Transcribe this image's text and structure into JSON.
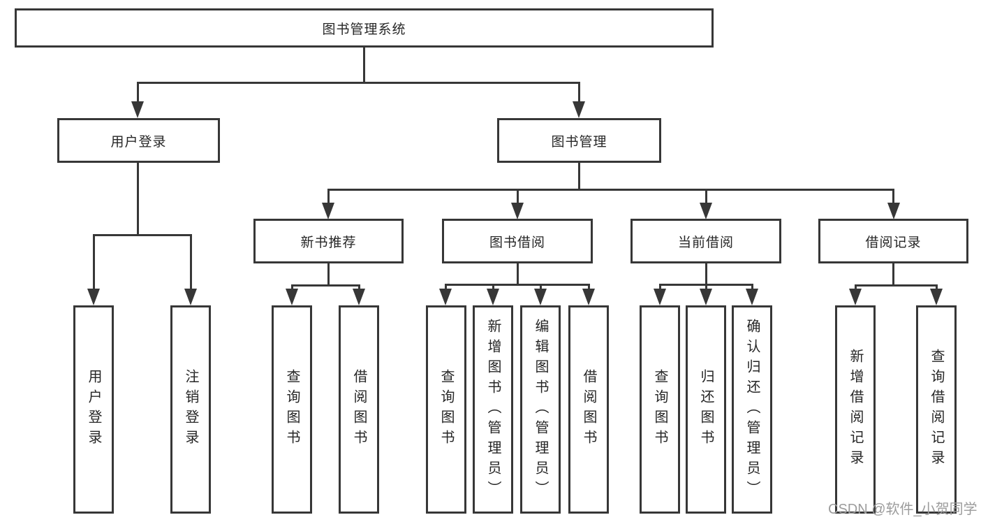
{
  "diagram": {
    "title_node": {
      "label": "图书管理系统"
    },
    "level2": [
      {
        "label": "用户登录"
      },
      {
        "label": "图书管理"
      }
    ],
    "level3": [
      {
        "label": "新书推荐"
      },
      {
        "label": "图书借阅"
      },
      {
        "label": "当前借阅"
      },
      {
        "label": "借阅记录"
      }
    ],
    "leaves": {
      "login": [
        "用户登录",
        "注销登录"
      ],
      "recommend": [
        "查询图书",
        "借阅图书"
      ],
      "borrow": [
        "查询图书",
        "新增图书（管理员）",
        "编辑图书（管理员）",
        "借阅图书"
      ],
      "current": [
        "查询图书",
        "归还图书",
        "确认归还（管理员）"
      ],
      "record": [
        "新增借阅记录",
        "查询借阅记录"
      ]
    }
  },
  "watermark": {
    "text": "CSDN @软件_小贺同学"
  },
  "colors": {
    "line": "#373737",
    "border": "#373737",
    "text": "#262626",
    "watermark": "#9c9c9c",
    "background": "#ffffff"
  }
}
